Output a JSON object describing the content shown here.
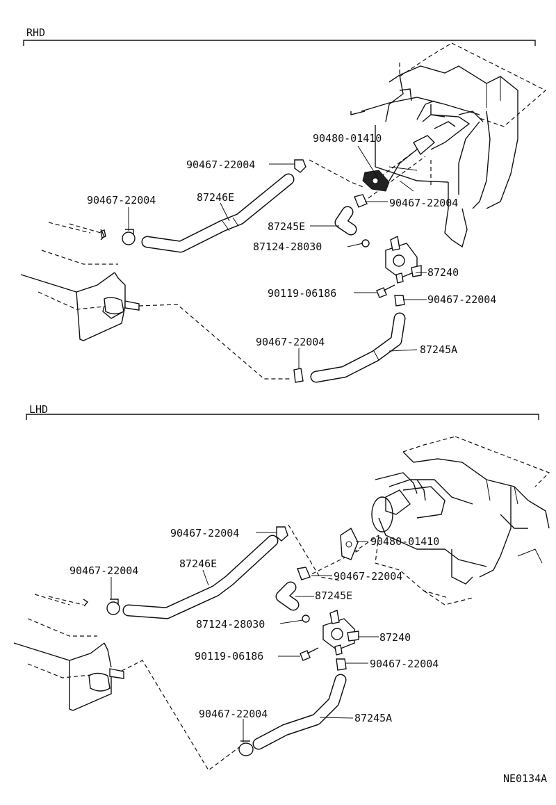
{
  "sections": [
    {
      "id": "rhd",
      "heading": "RHD",
      "labels": {
        "grommet": "90480-01410",
        "clamp_top": "90467-22004",
        "clamp_left": "90467-22004",
        "hose_upper": "87246E",
        "clamp_grommet": "90467-22004",
        "hose_small": "87245E",
        "bolt_small": "87124-28030",
        "valve": "87240",
        "bolt": "90119-06186",
        "clamp_valve": "90467-22004",
        "clamp_bottom": "90467-22004",
        "hose_lower": "87245A"
      }
    },
    {
      "id": "lhd",
      "heading": "LHD",
      "labels": {
        "clamp_top": "90467-22004",
        "clamp_left": "90467-22004",
        "hose_upper": "87246E",
        "grommet": "90480-01410",
        "clamp_grommet": "90467-22004",
        "hose_small": "87245E",
        "bolt_small": "87124-28030",
        "valve": "87240",
        "bolt": "90119-06186",
        "clamp_valve": "90467-22004",
        "clamp_bottom": "90467-22004",
        "hose_lower": "87245A"
      }
    }
  ],
  "diagram_code": "NE0134A"
}
